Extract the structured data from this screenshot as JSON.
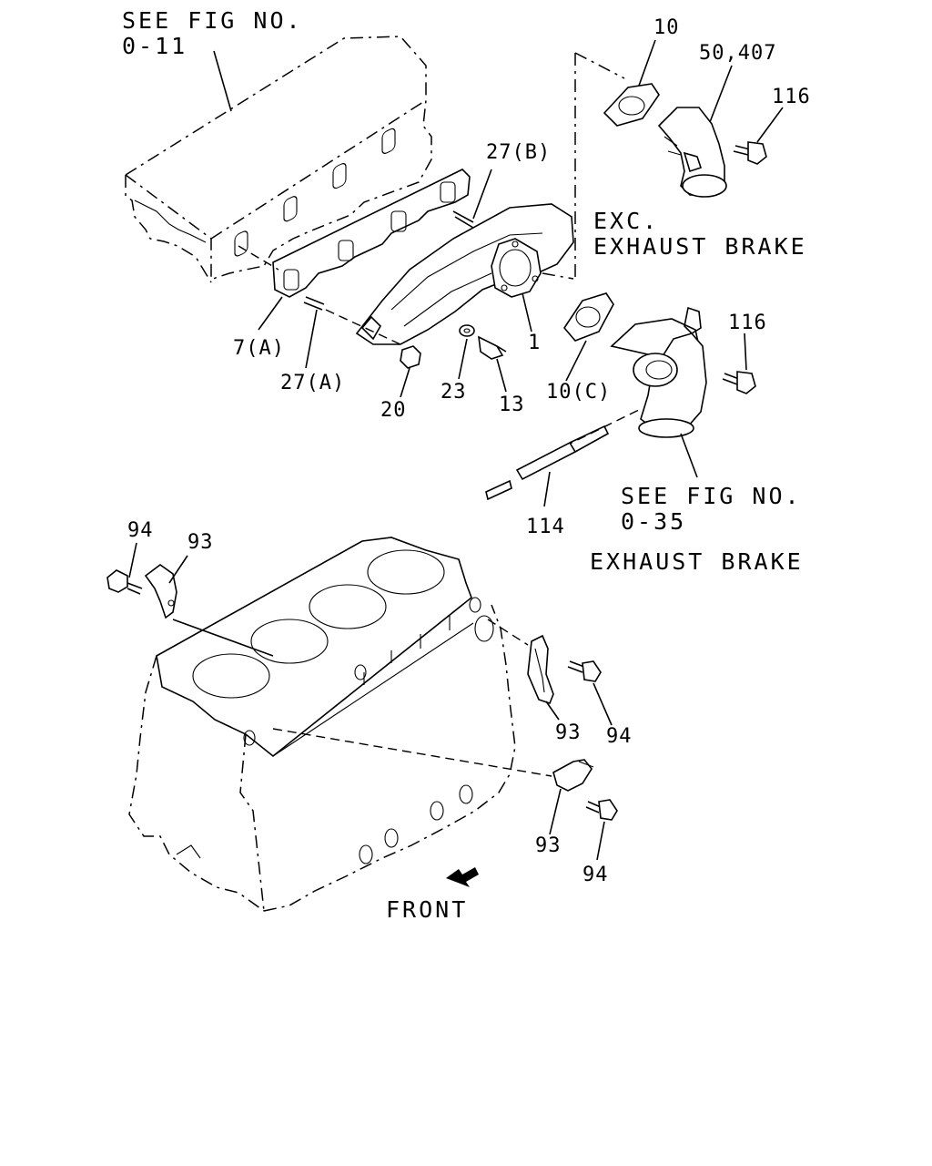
{
  "notes": {
    "see_fig_head_line1": "SEE FIG NO.",
    "see_fig_head_line2": "0-11",
    "exc_line1": "EXC.",
    "exc_line2": "EXHAUST BRAKE",
    "see_fig_brake_line1": "SEE FIG NO.",
    "see_fig_brake_line2": "0-35",
    "exhaust_brake": "EXHAUST BRAKE",
    "front": "FRONT"
  },
  "callouts": {
    "c10_top": "10",
    "c50_407": "50,407",
    "c116_top": "116",
    "c27b": "27(B)",
    "c7a": "7(A)",
    "c27a": "27(A)",
    "c1": "1",
    "c23": "23",
    "c13": "13",
    "c20": "20",
    "c10c": "10(C)",
    "c116_mid": "116",
    "c114": "114",
    "c94_left": "94",
    "c93_left": "93",
    "c93_mid": "93",
    "c94_mid": "94",
    "c93_low": "93",
    "c94_low": "94"
  }
}
